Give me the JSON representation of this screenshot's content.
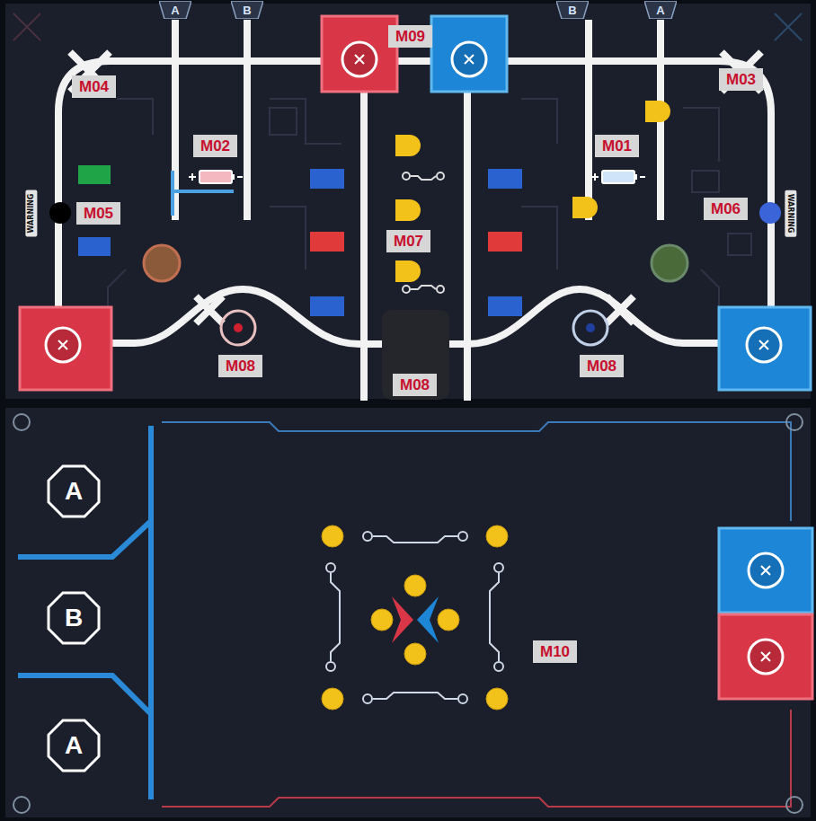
{
  "diagram": {
    "nodes": [
      {
        "text": [
          "A"
        ]
      },
      {
        "text": [
          "B"
        ]
      },
      {
        "text": [
          "B"
        ]
      },
      {
        "text": [
          "A"
        ]
      },
      {
        "text": [
          "M09"
        ]
      },
      {
        "text": [
          "M03"
        ]
      },
      {
        "text": [
          "M04"
        ]
      },
      {
        "text": [
          "M02"
        ]
      },
      {
        "text": [
          "M01"
        ]
      },
      {
        "text": [
          "M06"
        ]
      },
      {
        "text": [
          "M05"
        ]
      },
      {
        "text": [
          "M07"
        ]
      },
      {
        "text": [
          "M08"
        ]
      },
      {
        "text": [
          "M08"
        ]
      },
      {
        "text": [
          "M08"
        ]
      },
      {
        "text": [
          "A"
        ]
      },
      {
        "text": [
          "B"
        ]
      },
      {
        "text": [
          "M10"
        ]
      },
      {
        "text": [
          "A"
        ]
      }
    ],
    "labels": [
      "WARNING",
      "WARNING"
    ]
  }
}
